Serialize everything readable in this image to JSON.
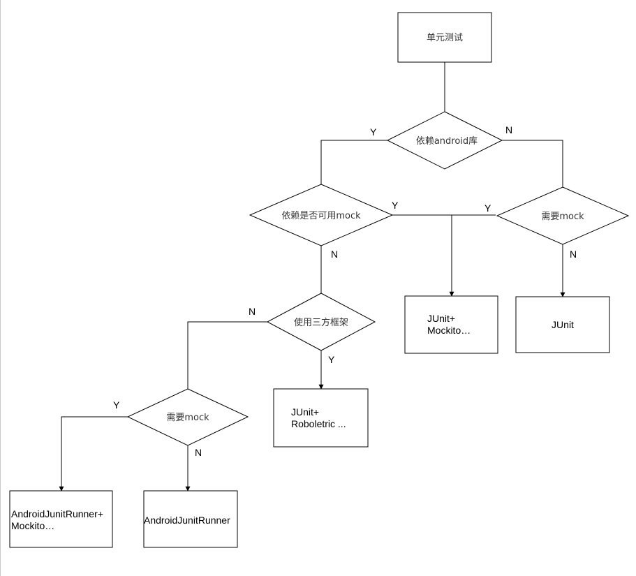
{
  "diagram": {
    "nodes": {
      "root": "单元测试",
      "depends_android": "依赖android库",
      "can_mock": "依赖是否可用mock",
      "need_mock_right": "需要mock",
      "third_party": "使用三方框架",
      "need_mock_left": "需要mock",
      "junit_mockito": [
        "JUnit+",
        "Mockito…"
      ],
      "junit": "JUnit",
      "junit_roboletric": [
        "JUnit+",
        "Roboletric ..."
      ],
      "ajr_mockito": [
        "AndroidJunitRunner+",
        "Mockito…"
      ],
      "ajr": "AndroidJunitRunner"
    },
    "edge_labels": {
      "depends_yes": "Y",
      "depends_no": "N",
      "canmock_yes": "Y",
      "needmock_right_yes": "Y",
      "canmock_no": "N",
      "needmock_right_no": "N",
      "thirdparty_no": "N",
      "thirdparty_yes": "Y",
      "needmock_left_yes": "Y",
      "needmock_left_no": "N"
    }
  }
}
